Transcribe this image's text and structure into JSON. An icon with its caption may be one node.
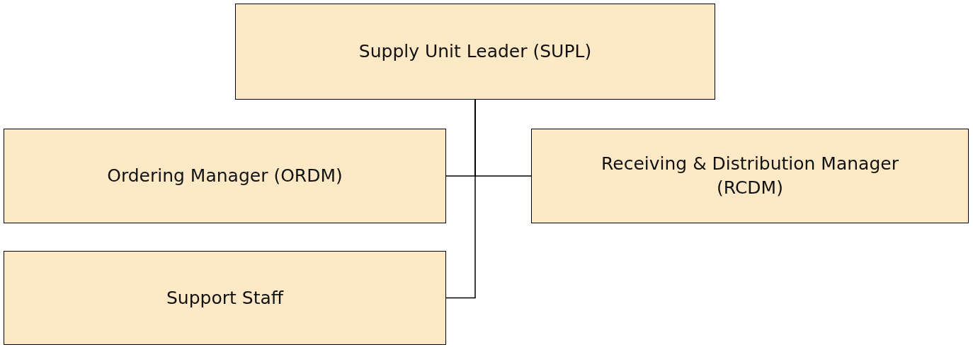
{
  "diagram": {
    "nodes": [
      {
        "text": [
          "Supply Unit Leader (SUPL)"
        ]
      },
      {
        "text": [
          "Ordering Manager (ORDM)"
        ]
      },
      {
        "text": [
          "Receiving & Distribution Manager (RCDM)"
        ]
      },
      {
        "text": [
          "Support Staff"
        ]
      }
    ],
    "edges": [
      {
        "from": 0,
        "to": 1,
        "arrow": "none"
      },
      {
        "from": 0,
        "to": 2,
        "arrow": "none"
      },
      {
        "from": 0,
        "to": 3,
        "arrow": "none"
      }
    ]
  }
}
